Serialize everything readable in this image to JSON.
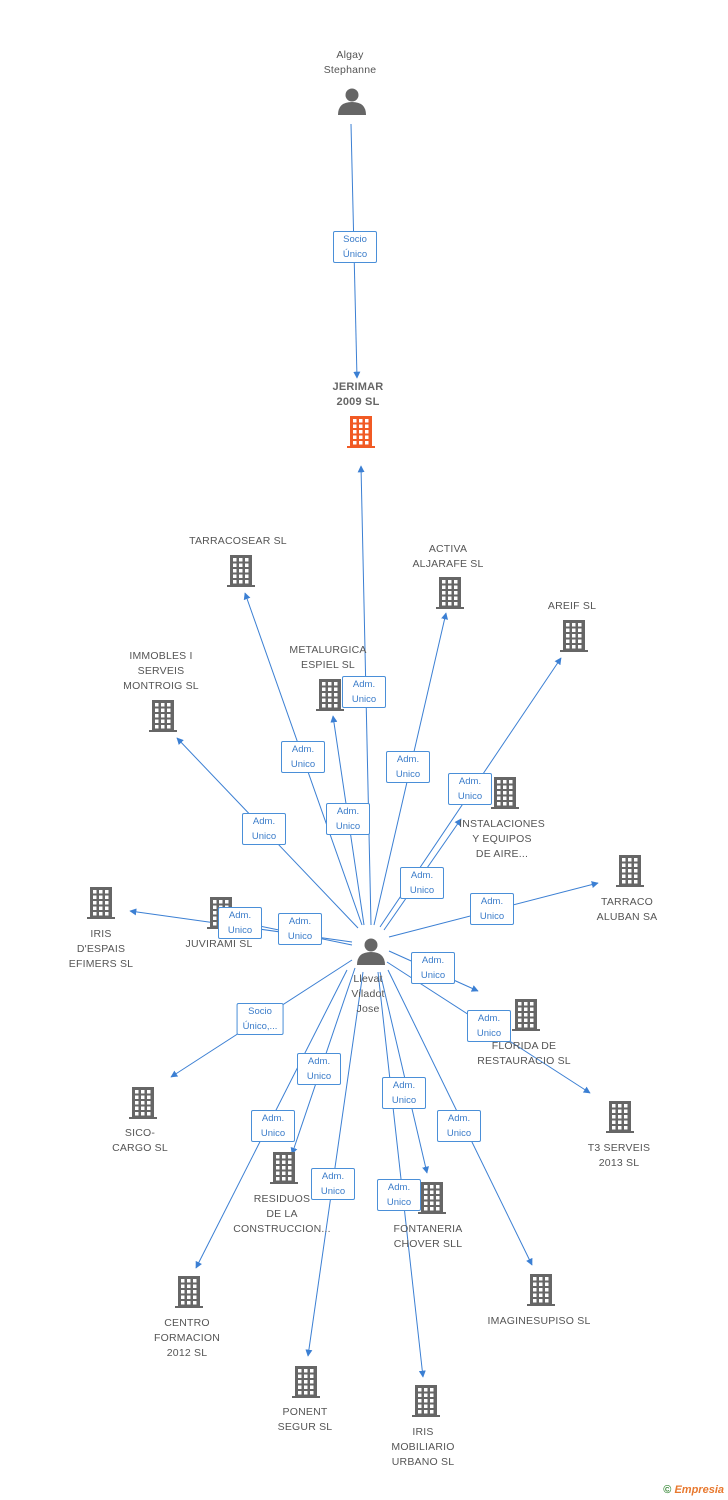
{
  "colors": {
    "edge": "#3b7fd3",
    "node": "#666666",
    "center": "#f15a24"
  },
  "nodes": [
    {
      "id": "algay",
      "name": "Algay\nStephanne",
      "kind": "person"
    },
    {
      "id": "jerimar",
      "name": "JERIMAR\n2009 SL",
      "kind": "company",
      "main": true
    },
    {
      "id": "llevat",
      "name": "Llevat\nViladot\nJose",
      "kind": "person"
    },
    {
      "id": "tarracosear",
      "name": "TARRACOSEAR SL",
      "kind": "company"
    },
    {
      "id": "activa",
      "name": "ACTIVA\nALJARAFE SL",
      "kind": "company"
    },
    {
      "id": "areif",
      "name": "AREIF SL",
      "kind": "company"
    },
    {
      "id": "immobles",
      "name": "IMMOBLES I\nSERVEIS\nMONTROIG SL",
      "kind": "company"
    },
    {
      "id": "metalurgica",
      "name": "METALURGICA\nESPIEL SL",
      "kind": "company"
    },
    {
      "id": "instalaciones",
      "name": "INSTALACIONES\nY EQUIPOS\nDE AIRE...",
      "kind": "company"
    },
    {
      "id": "tarraco",
      "name": "TARRACO\nALUBAN SA",
      "kind": "company"
    },
    {
      "id": "iris_espais",
      "name": "IRIS\nD'ESPAIS\nEFIMERS SL",
      "kind": "company"
    },
    {
      "id": "juvirami",
      "name": "JUVIRAMI SL",
      "kind": "company"
    },
    {
      "id": "florida",
      "name": "FLORIDA DE\nRESTAURACIO SL",
      "kind": "company"
    },
    {
      "id": "sico",
      "name": "SICO-\nCARGO  SL",
      "kind": "company"
    },
    {
      "id": "t3",
      "name": "T3 SERVEIS\n2013  SL",
      "kind": "company"
    },
    {
      "id": "residuos",
      "name": "RESIDUOS\nDE LA\nCONSTRUCCION...",
      "kind": "company"
    },
    {
      "id": "fontaneria",
      "name": "FONTANERIA\nCHOVER SLL",
      "kind": "company"
    },
    {
      "id": "centro",
      "name": "CENTRO\nFORMACION\n2012 SL",
      "kind": "company"
    },
    {
      "id": "imaginesupiso",
      "name": "IMAGINESUPISO SL",
      "kind": "company"
    },
    {
      "id": "ponent",
      "name": "PONENT\nSEGUR SL",
      "kind": "company"
    },
    {
      "id": "iris_mob",
      "name": "IRIS\nMOBILIARIO\nURBANO SL",
      "kind": "company"
    }
  ],
  "edges": [
    {
      "from": "algay",
      "to": "jerimar",
      "label": "Socio\nÚnico"
    },
    {
      "from": "llevat",
      "to": "jerimar",
      "label": "Adm.\nUnico"
    },
    {
      "from": "llevat",
      "to": "tarracosear",
      "label": "Adm.\nUnico"
    },
    {
      "from": "llevat",
      "to": "metalurgica",
      "label": "Adm.\nUnico"
    },
    {
      "from": "llevat",
      "to": "activa",
      "label": "Adm.\nUnico"
    },
    {
      "from": "llevat",
      "to": "areif",
      "label": "Adm.\nUnico"
    },
    {
      "from": "llevat",
      "to": "immobles",
      "label": "Adm.\nUnico"
    },
    {
      "from": "llevat",
      "to": "instalaciones",
      "label": "Adm.\nUnico"
    },
    {
      "from": "llevat",
      "to": "tarraco",
      "label": "Adm.\nUnico"
    },
    {
      "from": "llevat",
      "to": "iris_espais",
      "label": "Adm.\nUnico"
    },
    {
      "from": "llevat",
      "to": "juvirami",
      "label": "Adm.\nUnico"
    },
    {
      "from": "llevat",
      "to": "florida",
      "label": "Adm.\nUnico"
    },
    {
      "from": "llevat",
      "to": "t3",
      "label": "Adm.\nUnico"
    },
    {
      "from": "llevat",
      "to": "sico",
      "label": "Socio\nÚnico,..."
    },
    {
      "from": "llevat",
      "to": "residuos",
      "label": "Adm.\nUnico"
    },
    {
      "from": "llevat",
      "to": "centro",
      "label": "Adm.\nUnico"
    },
    {
      "from": "llevat",
      "to": "fontaneria",
      "label": "Adm.\nUnico"
    },
    {
      "from": "llevat",
      "to": "imaginesupiso",
      "label": "Adm.\nUnico"
    },
    {
      "from": "llevat",
      "to": "ponent",
      "label": "Adm.\nUnico"
    },
    {
      "from": "llevat",
      "to": "iris_mob",
      "label": "Adm.\nUnico"
    }
  ],
  "footer": {
    "copyright": "©",
    "brand": "Empresia"
  }
}
